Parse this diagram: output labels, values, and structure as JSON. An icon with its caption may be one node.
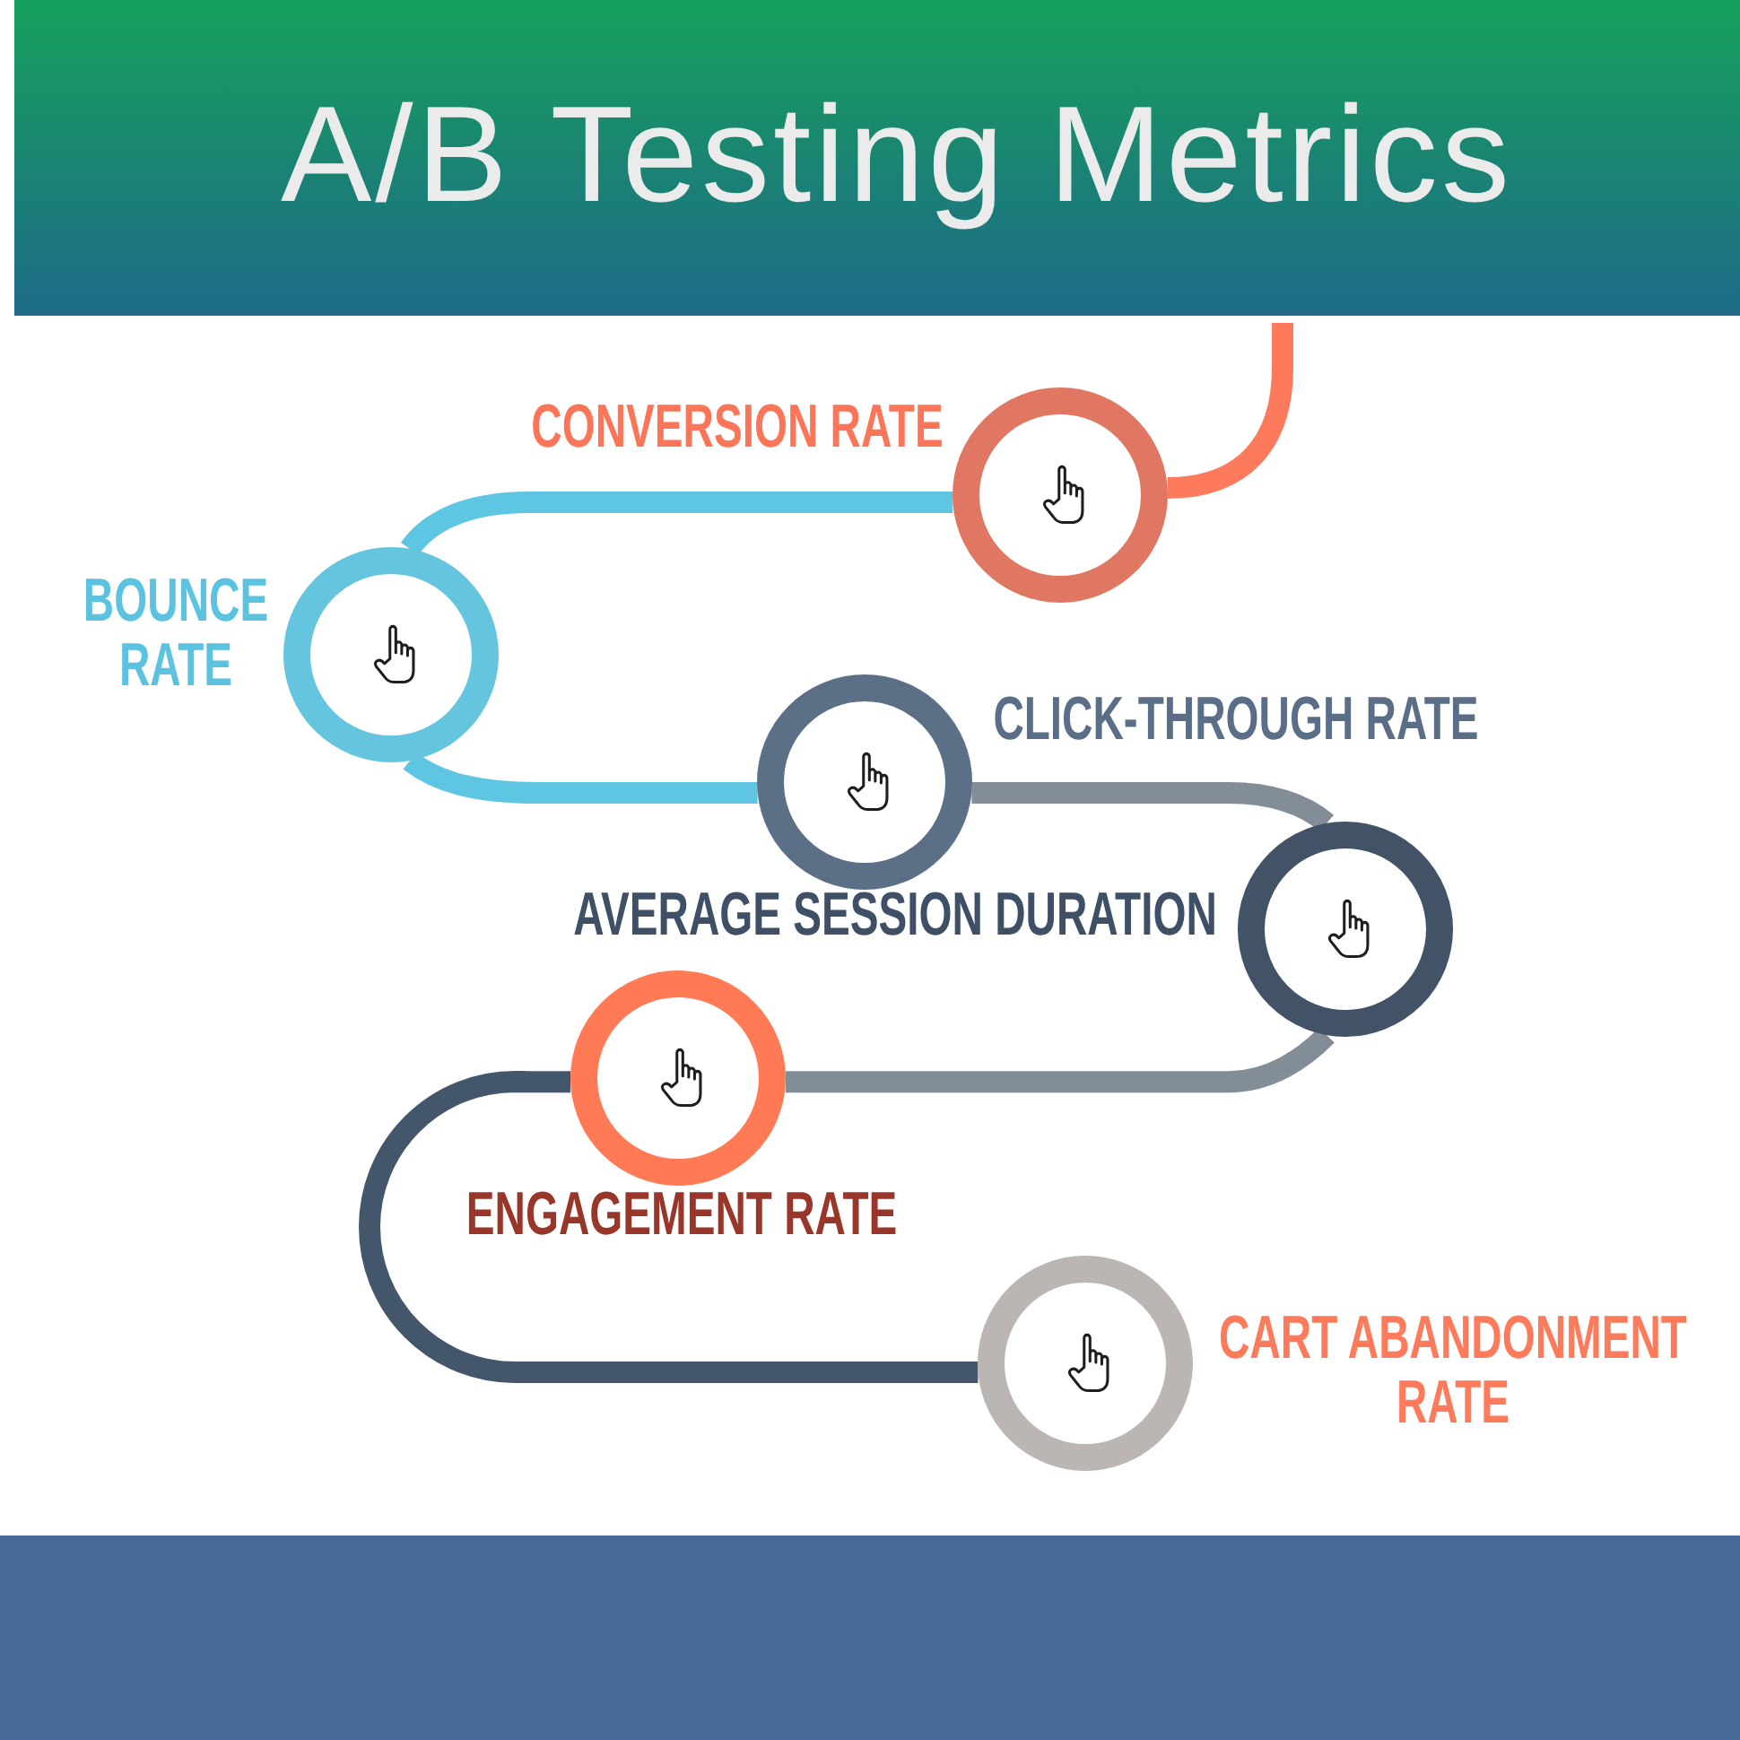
{
  "diagram": {
    "title": "A/B Testing Metrics",
    "nodes": [
      {
        "text": [],
        "shape": "circle",
        "beside": [
          "CONVERSION RATE"
        ]
      },
      {
        "text": [],
        "shape": "circle",
        "beside": [
          "BOUNCE RATE"
        ]
      },
      {
        "text": [],
        "shape": "circle",
        "beside": [
          "CLICK-THROUGH RATE"
        ]
      },
      {
        "text": [],
        "shape": "circle",
        "beside": [
          "AVERAGE SESSION DURATION"
        ]
      },
      {
        "text": [],
        "shape": "circle",
        "beside": [
          "ENGAGEMENT RATE"
        ]
      },
      {
        "text": [],
        "shape": "circle",
        "beside": [
          "CART ABANDONMENT RATE"
        ]
      }
    ],
    "edges": [
      {
        "from": null,
        "to": 0,
        "arrow": "none",
        "color": "#fe7a5c"
      },
      {
        "from": 0,
        "to": 1,
        "arrow": "none",
        "color": "#5ec6e2"
      },
      {
        "from": 1,
        "to": 2,
        "arrow": "none",
        "color": "#5ec6e2"
      },
      {
        "from": 2,
        "to": 3,
        "arrow": "none",
        "color": "#838d98"
      },
      {
        "from": 3,
        "to": 4,
        "arrow": "none",
        "color": "#838d98"
      },
      {
        "from": 4,
        "to": 5,
        "arrow": "none",
        "color": "#44566b"
      }
    ]
  }
}
